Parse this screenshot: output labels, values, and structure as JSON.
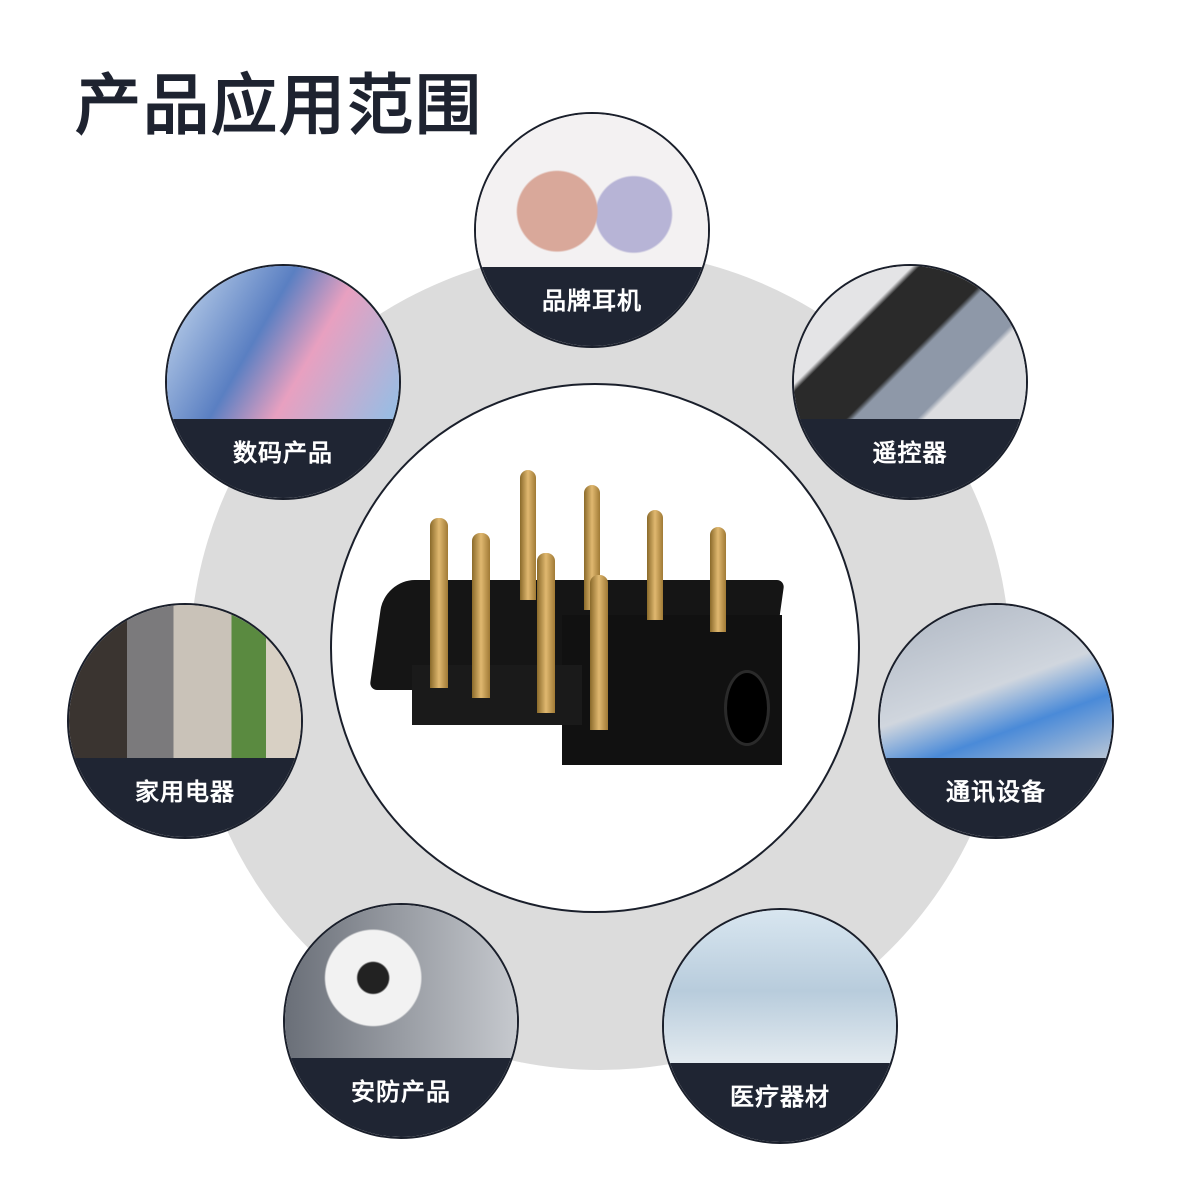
{
  "title": "产品应用范围",
  "applications": [
    {
      "label": "品牌耳机",
      "icon": "earbuds-image"
    },
    {
      "label": "数码产品",
      "icon": "digital-devices-image"
    },
    {
      "label": "遥控器",
      "icon": "remote-control-image"
    },
    {
      "label": "家用电器",
      "icon": "home-appliances-image"
    },
    {
      "label": "通讯设备",
      "icon": "communication-devices-image"
    },
    {
      "label": "安防产品",
      "icon": "security-camera-image"
    },
    {
      "label": "医疗器材",
      "icon": "medical-equipment-image"
    }
  ],
  "colors": {
    "band": "#1f2533",
    "ring": "#dcdcdc",
    "title": "#1e2330"
  }
}
